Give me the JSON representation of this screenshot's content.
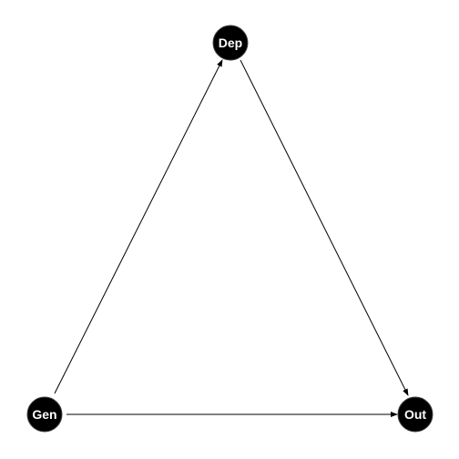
{
  "diagram": {
    "nodes": [
      {
        "id": "dep",
        "label": "Dep"
      },
      {
        "id": "gen",
        "label": "Gen"
      },
      {
        "id": "out",
        "label": "Out"
      }
    ],
    "edges": [
      {
        "from": "gen",
        "to": "dep"
      },
      {
        "from": "dep",
        "to": "out"
      },
      {
        "from": "gen",
        "to": "out"
      }
    ],
    "colors": {
      "node_fill": "#000000",
      "label": "#ffffff",
      "edge": "#000000",
      "background": "#ffffff"
    }
  }
}
